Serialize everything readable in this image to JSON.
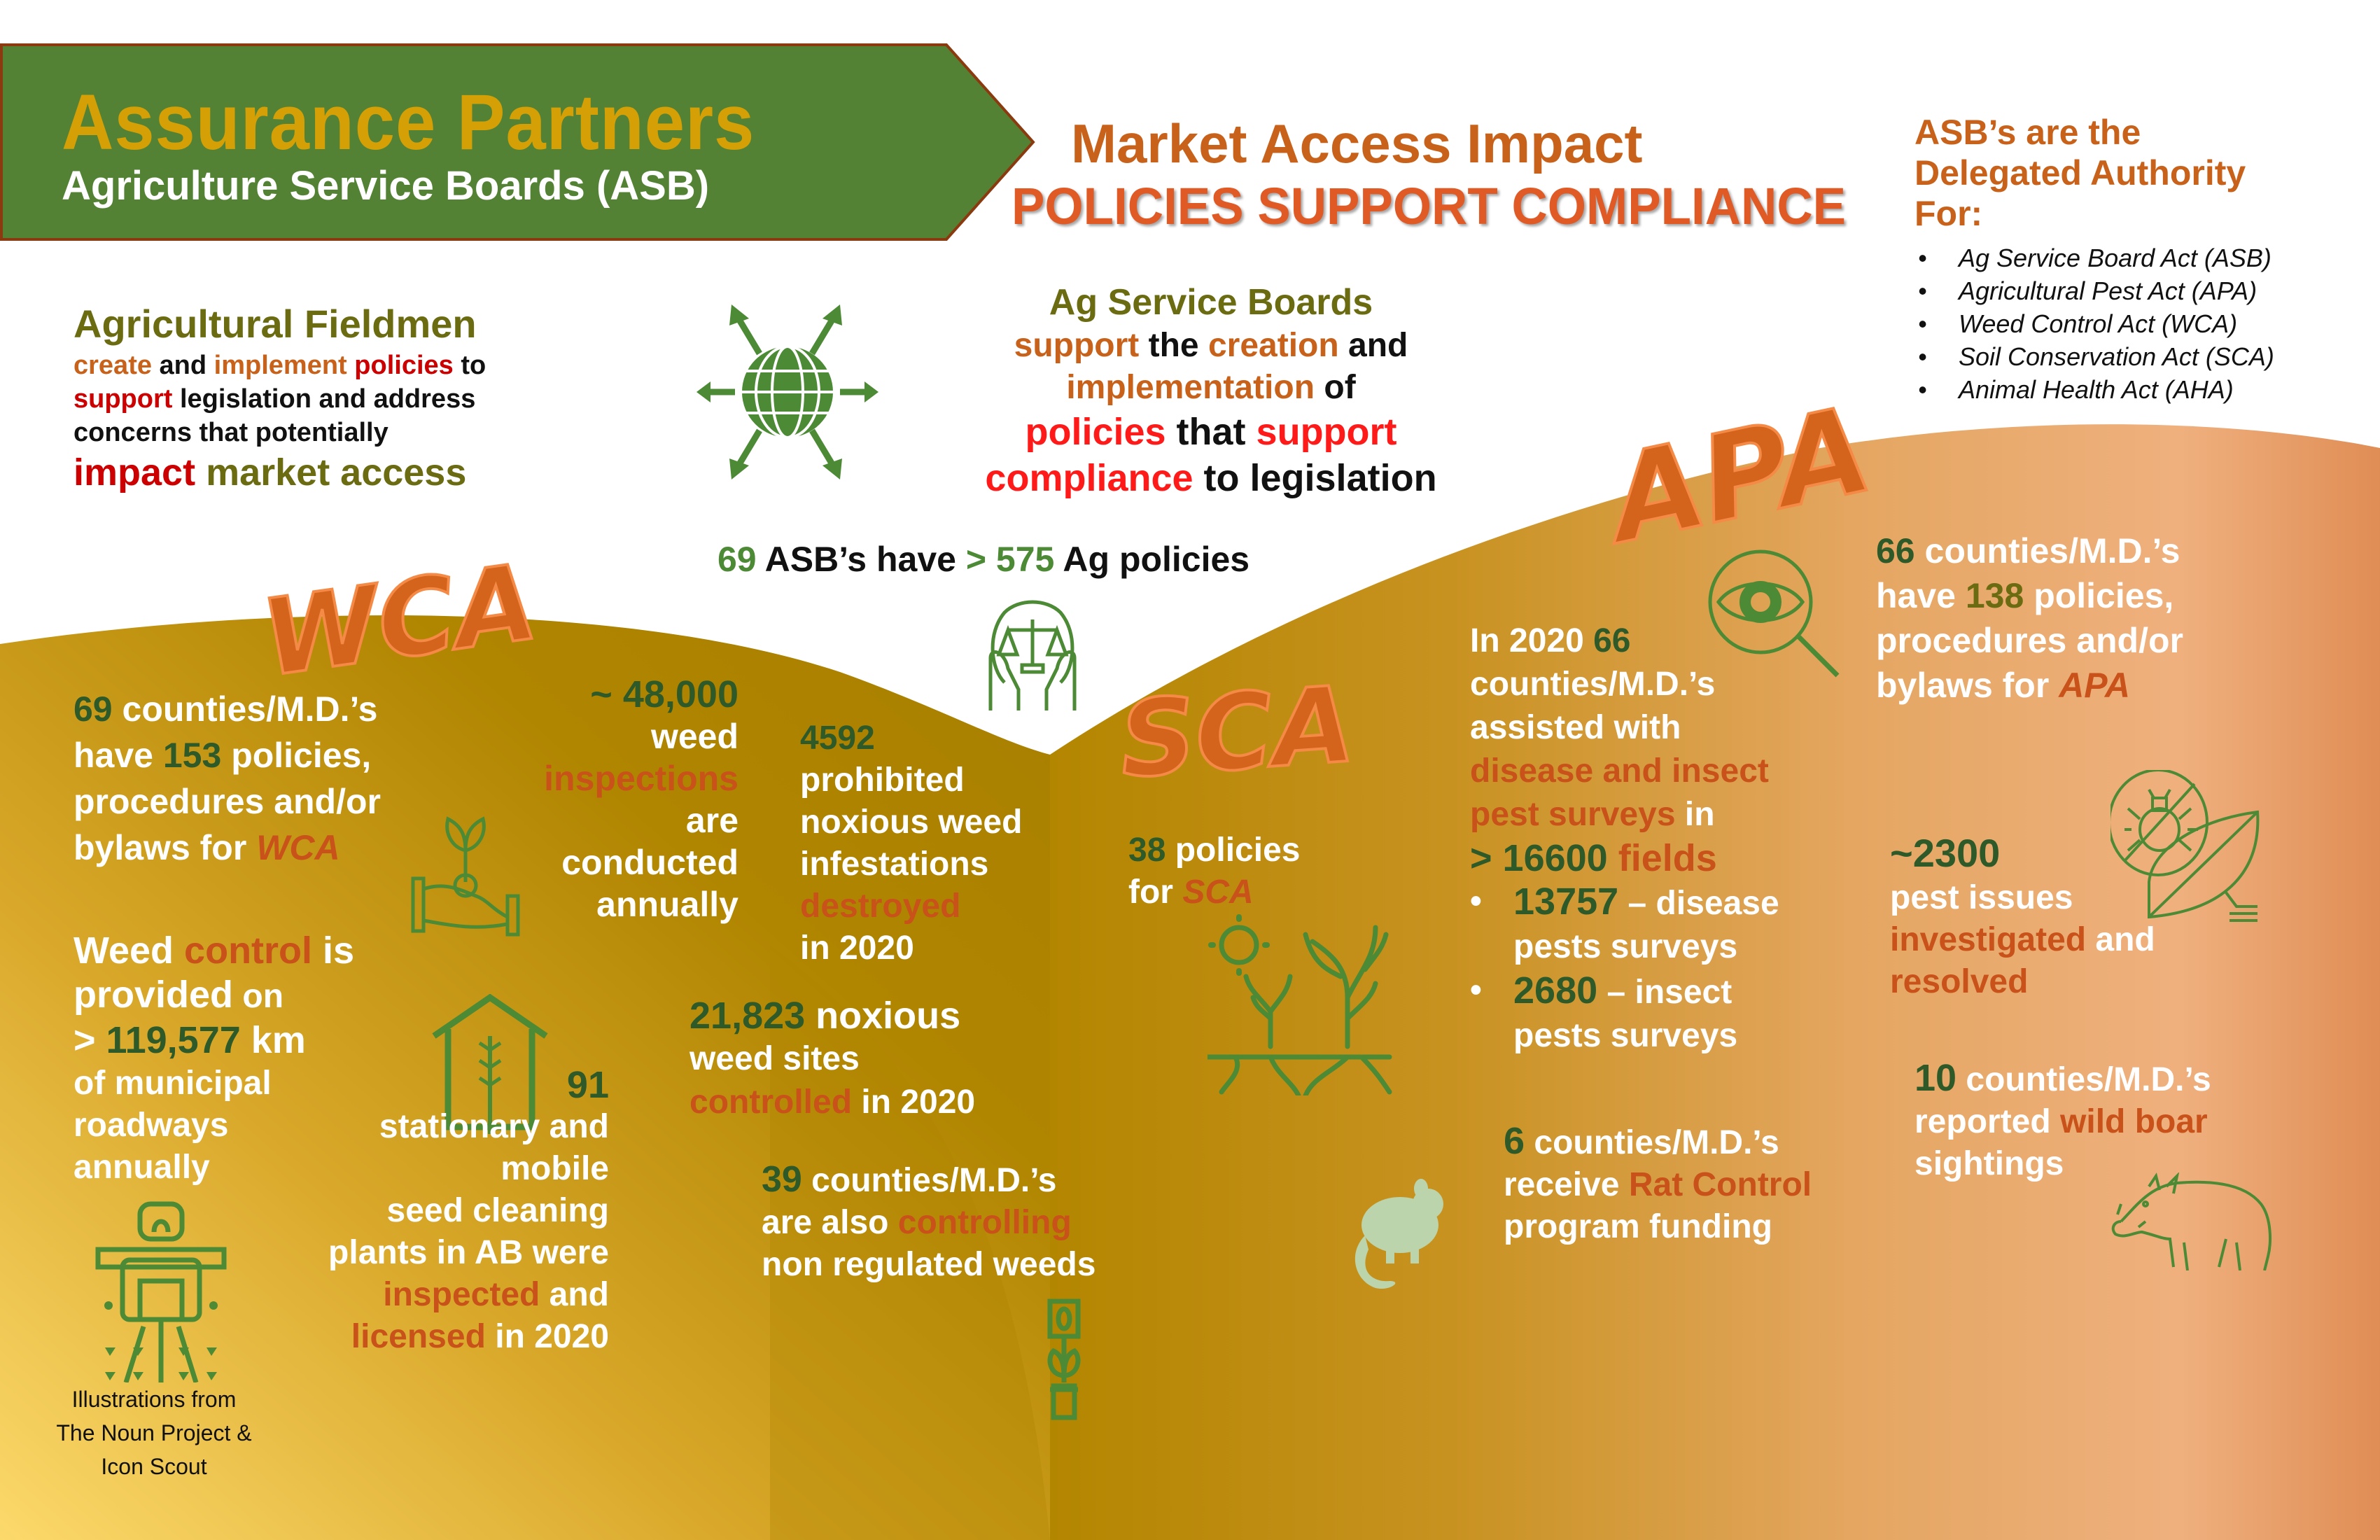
{
  "banner": {
    "title": "Assurance Partners",
    "subtitle": "Agriculture Service Boards (ASB)"
  },
  "header": {
    "title": "Market Access Impact",
    "subtitle": "POLICIES SUPPORT COMPLIANCE"
  },
  "delegated": {
    "heading_line1": "ASB’s are the",
    "heading_line2": "Delegated Authority",
    "heading_line3": "For:",
    "acts": [
      "Ag Service Board Act (ASB)",
      "Agricultural Pest Act (APA)",
      "Weed Control Act (WCA)",
      "Soil Conservation Act (SCA)",
      "Animal Health Act (AHA)"
    ]
  },
  "fieldmen": {
    "heading": "Agricultural Fieldmen",
    "w_create": "create",
    "w_and": " and ",
    "w_implement": "implement",
    "w_policies": " policies",
    "w_to": " to",
    "w_support": "support",
    "w_legislation": " legislation and address",
    "line4": "concerns that potentially",
    "w_impact": "impact",
    "w_market": " market access"
  },
  "asb_center": {
    "heading": "Ag Service Boards",
    "l2_support": "support",
    "l2_the": " the ",
    "l2_creation": "creation",
    "l2_and": " and",
    "l3_impl": "implementation",
    "l3_of": " of",
    "l4_policies": "policies",
    "l4_that": " that ",
    "l4_support": "support",
    "l5_compliance": "compliance",
    "l5_to": " to legislation"
  },
  "asb_count": {
    "num1": "69",
    "text1": " ASB’s have ",
    "gt": ">",
    "num2": " 575",
    "text2": " Ag policies"
  },
  "sections": {
    "wca": "WCA",
    "sca": "SCA",
    "apa": "APA"
  },
  "wca": {
    "policies": {
      "num": "69",
      "l1": " counties/M.D.’s",
      "l2a": "have ",
      "num2": "153",
      "l2b": " policies,",
      "l3": "procedures and/or",
      "l4a": "bylaws for ",
      "l4b": "WCA"
    },
    "inspections": {
      "num": "~ 48,000",
      "l2": "weed",
      "l3": "inspections",
      "l4": "are",
      "l5": "conducted",
      "l6": "annually"
    },
    "infestations": {
      "num": "4592",
      "l2": "prohibited",
      "l3": "noxious weed",
      "l4": "infestations",
      "l5": "destroyed",
      "l6": "in 2020"
    },
    "roadways": {
      "l1a": "Weed ",
      "l1b": "control",
      "l1c": " is",
      "l2a": "provided",
      "l2b": " on",
      "l3a": "> ",
      "l3b": "119,577",
      "l3c": " km",
      "l4": "of municipal",
      "l5": "roadways",
      "l6": "annually"
    },
    "seed_plants": {
      "num": "91",
      "l2": "stationary and",
      "l3": "mobile",
      "l4": "seed cleaning",
      "l5": "plants in AB were",
      "l6a": "inspected",
      "l6b": " and",
      "l7a": "licensed",
      "l7b": " in 2020"
    },
    "sites": {
      "num": "21,823",
      "l1": " noxious",
      "l2": "weed sites",
      "l3a": "controlled",
      "l3b": " in 2020"
    },
    "non_regulated": {
      "num": "39",
      "l1": " counties/M.D.’s",
      "l2a": "are also ",
      "l2b": "controlling",
      "l3": "non regulated weeds"
    }
  },
  "sca": {
    "num": "38",
    "l1": " policies",
    "l2a": "for ",
    "l2b": "SCA"
  },
  "apa": {
    "policies": {
      "num": "66",
      "l1": " counties/M.D.’s",
      "l2a": "have ",
      "num2": "138",
      "l2b": " policies,",
      "l3": "procedures and/or",
      "l4a": "bylaws for ",
      "l4b": "APA"
    },
    "surveys": {
      "l1a": "In 2020 ",
      "num": "66",
      "l2": "counties/M.D.’s",
      "l3": "assisted with",
      "l4": "disease and insect",
      "l5a": "pest surveys",
      "l5b": " in",
      "l6a": "> 16600",
      "l6b": " fields",
      "b1_num": "13757",
      "b1_text": " – disease",
      "b1_l2": "pests surveys",
      "b2_num": "2680",
      "b2_text": " – insect",
      "b2_l2": "pests surveys"
    },
    "pest_issues": {
      "num": "~2300",
      "l2": "pest issues",
      "l3a": "investigated",
      "l3b": " and",
      "l4": "resolved"
    },
    "rat": {
      "num": "6",
      "l1": " counties/M.D.’s",
      "l2a": "receive ",
      "l2b": "Rat Control",
      "l3": "program funding"
    },
    "boar": {
      "num": "10",
      "l1": " counties/M.D.’s",
      "l2a": "reported ",
      "l2b": "wild boar",
      "l3": "sightings"
    }
  },
  "credit": {
    "l1": "Illustrations from",
    "l2": "The Noun Project &",
    "l3": "Icon Scout"
  },
  "colors": {
    "banner_green": "#548235",
    "banner_gold": "#d4a005",
    "hill_dark": "#b38600",
    "hill_light": "#fbd86a",
    "apa_peach": "#efae7e",
    "accent_orange": "#c8521a",
    "accent_green": "#2e5a2a"
  }
}
